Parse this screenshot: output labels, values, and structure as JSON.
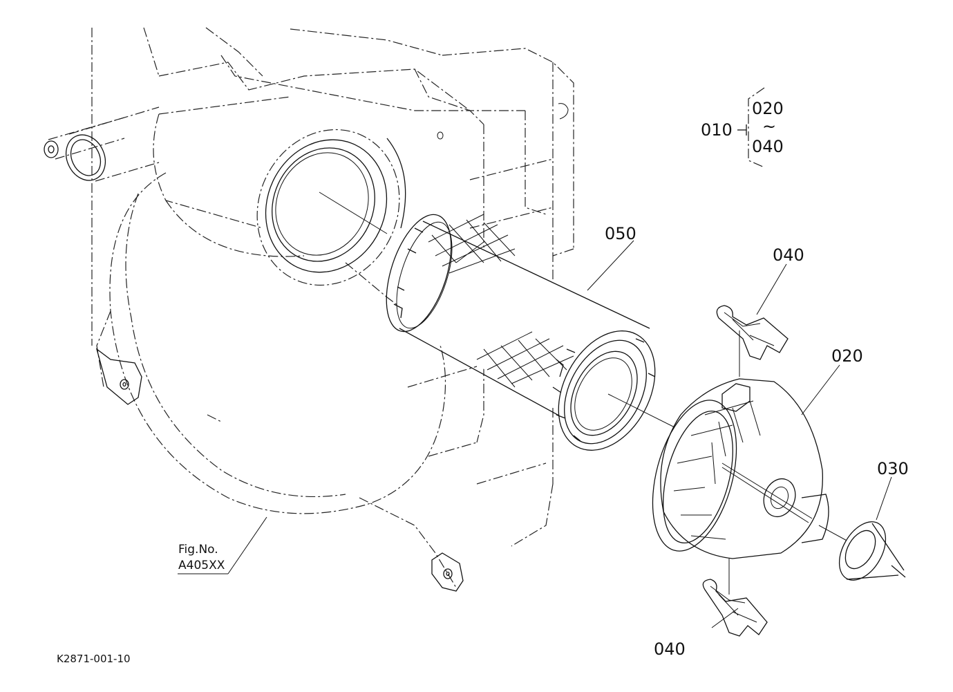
{
  "diagram": {
    "drawing_code": "K2871-001-10",
    "figure_reference": {
      "line1": "Fig.No.",
      "line2": "A405XX"
    },
    "assembly_bracket": {
      "parent": "010",
      "from": "020",
      "range_mark": "~",
      "to": "040"
    },
    "callouts": {
      "filter_element": "050",
      "clip_top": "040",
      "cover": "020",
      "evacuator_valve": "030",
      "clip_bottom": "040"
    }
  }
}
